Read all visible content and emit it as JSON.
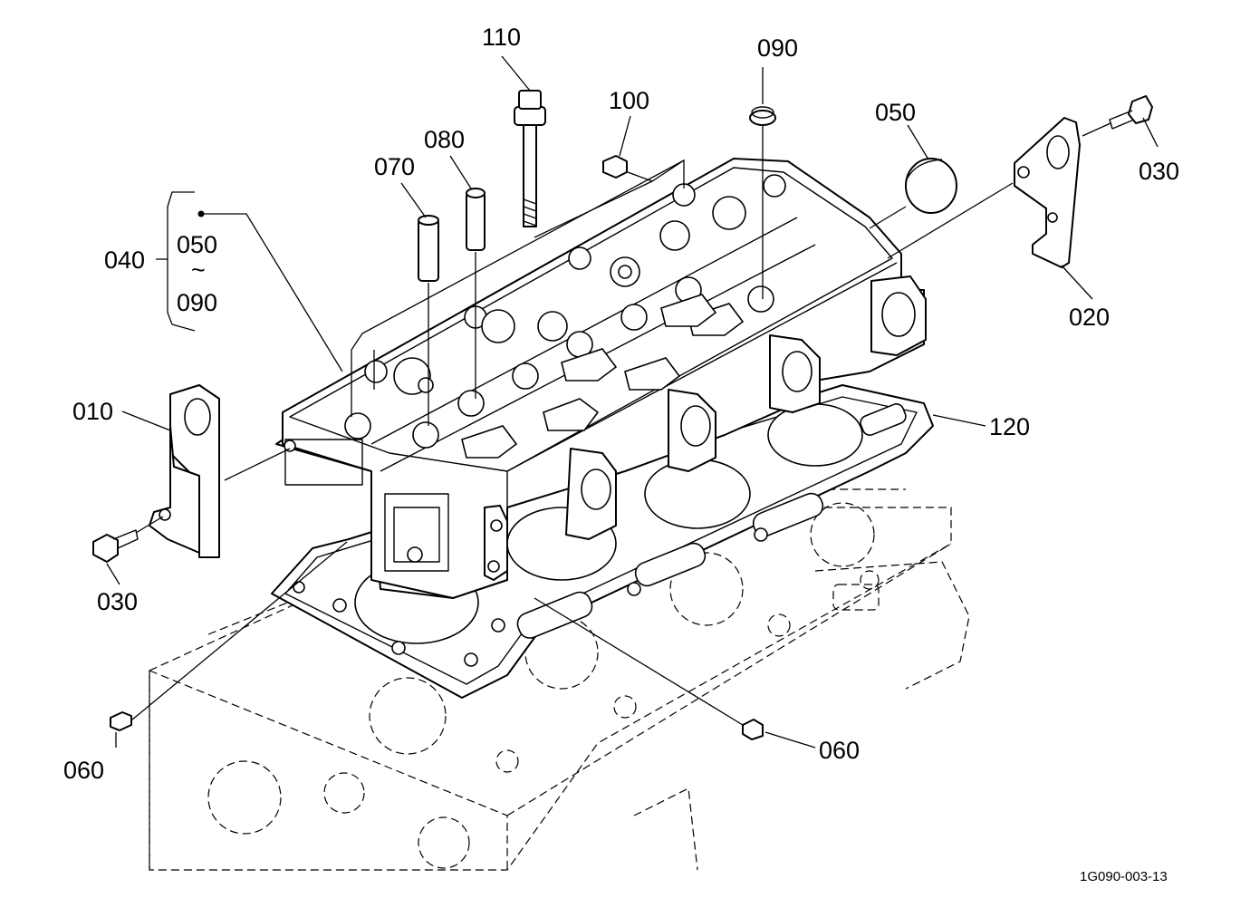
{
  "labels": {
    "p110": "110",
    "p100": "100",
    "p090_top": "090",
    "p080": "080",
    "p070": "070",
    "p050": "050",
    "p040": "040",
    "p040_from": "050",
    "p040_sep": "~",
    "p040_to": "090",
    "p030_right": "030",
    "p020": "020",
    "p120": "120",
    "p010": "010",
    "p030_left": "030",
    "p060_left": "060",
    "p060_right": "060"
  },
  "drawing_code": "1G090-003-13"
}
